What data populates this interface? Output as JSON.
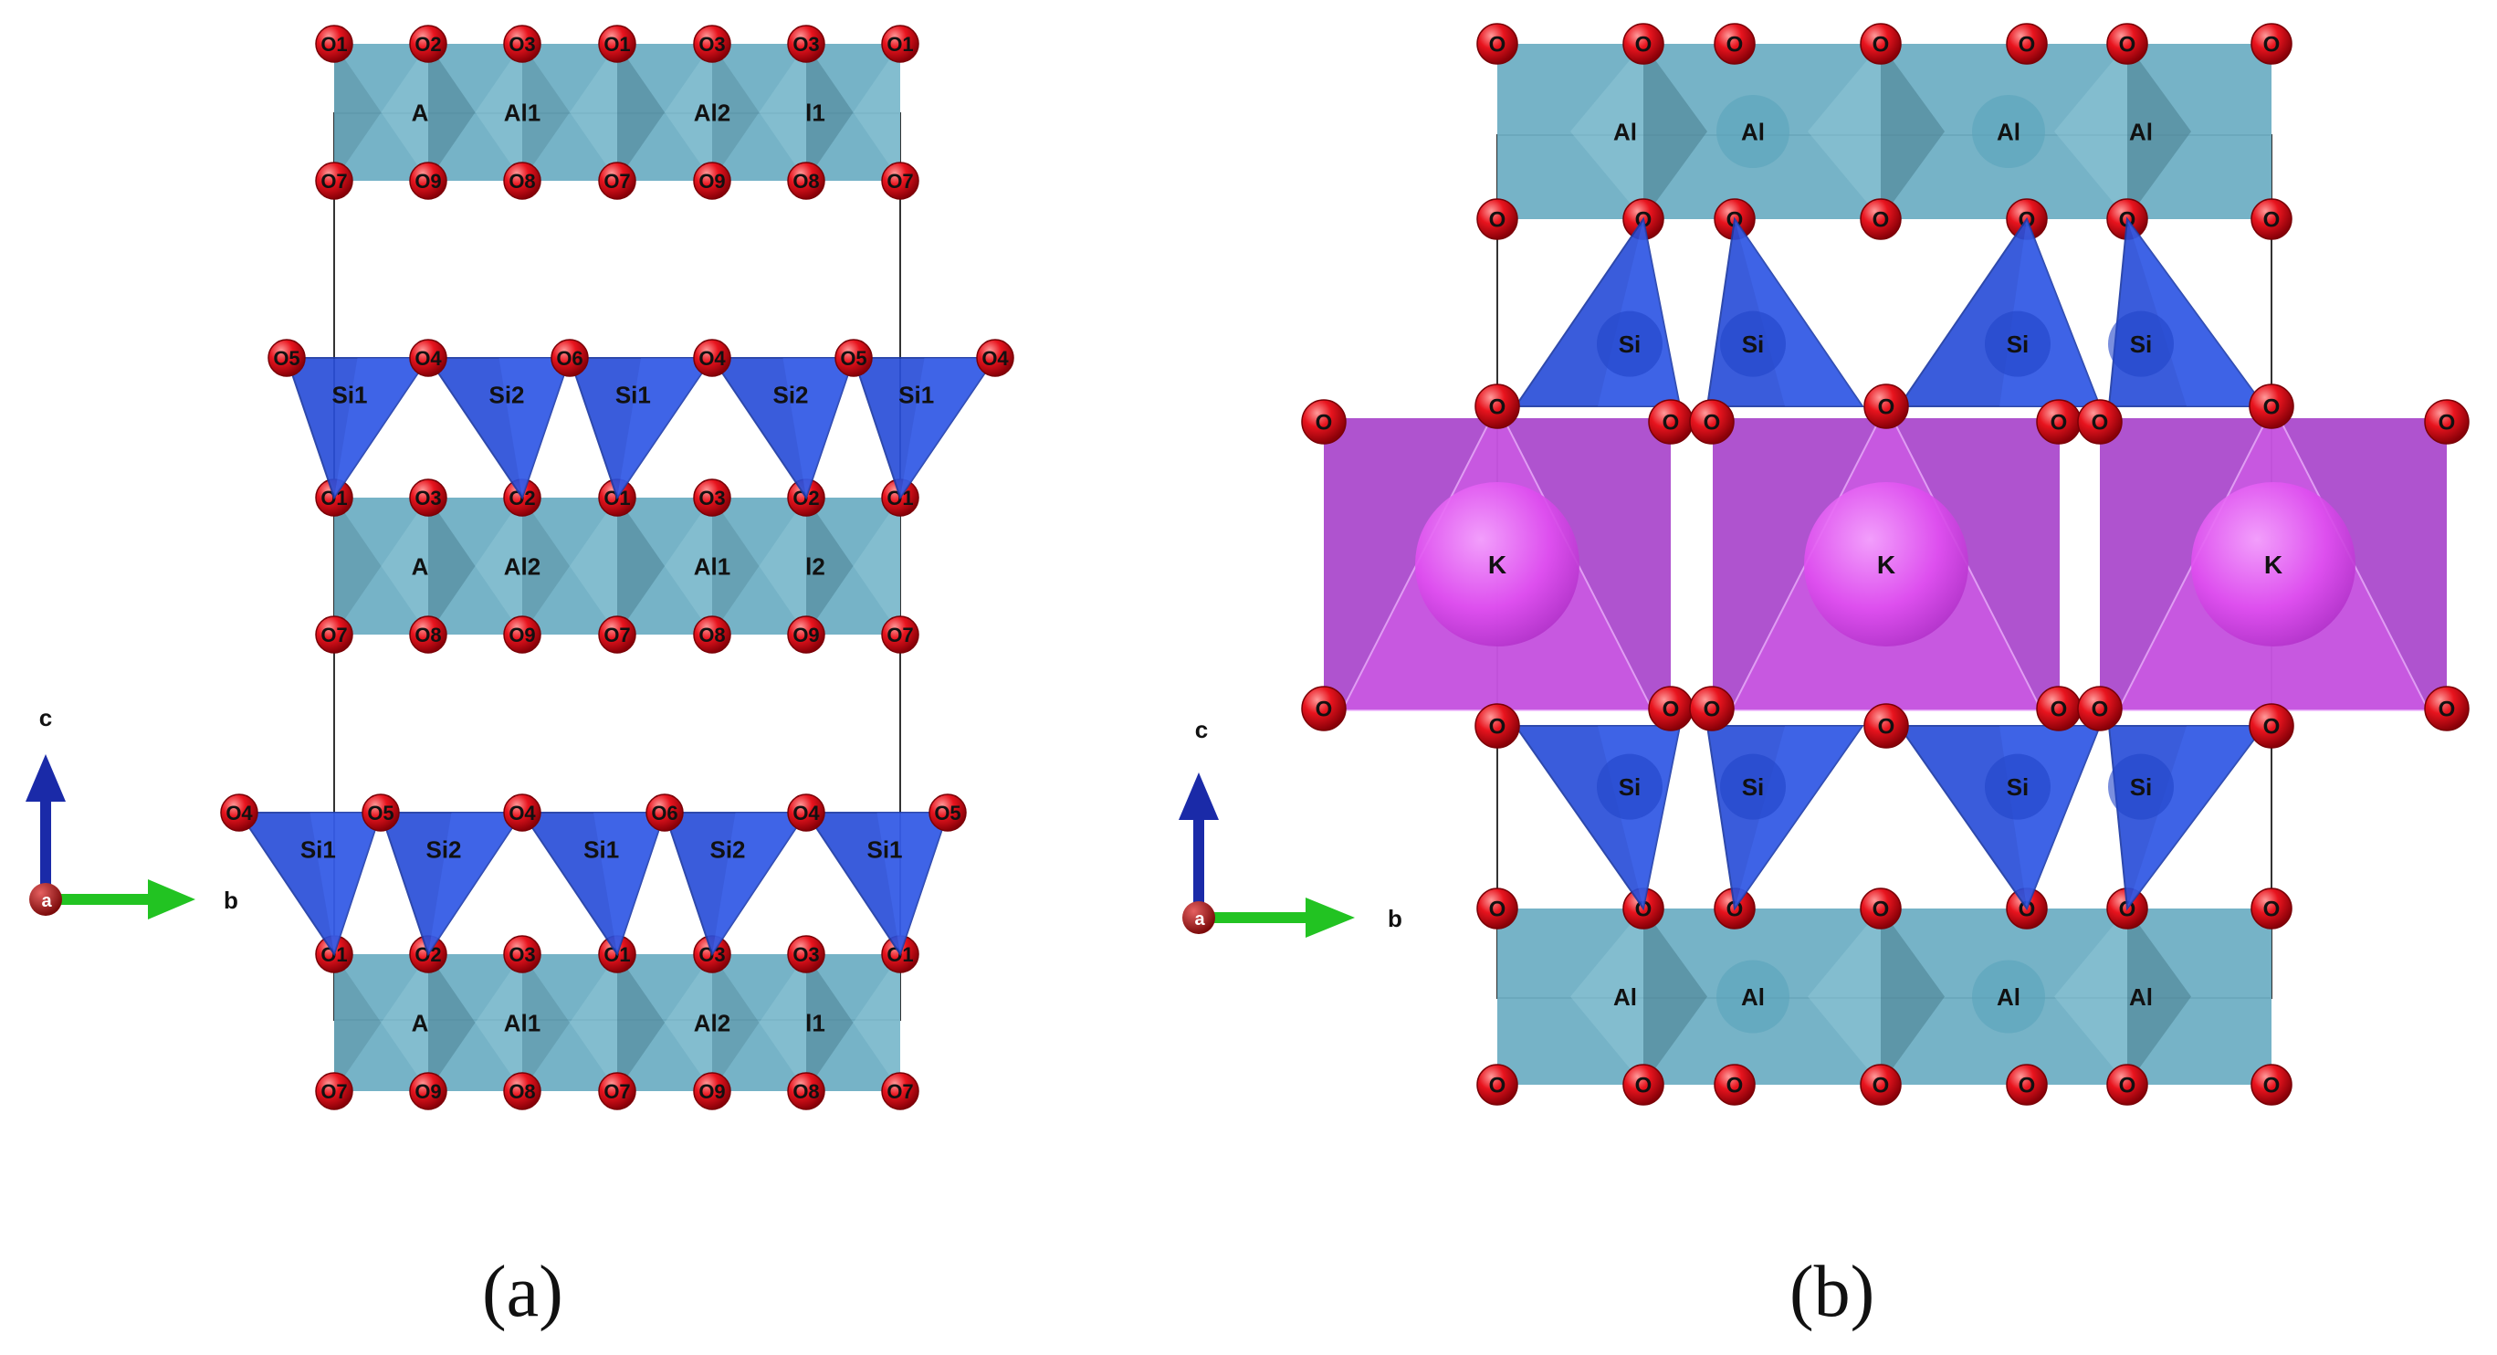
{
  "panel_a": {
    "caption": "(a)",
    "octahedral_layers": [
      {
        "top_labels": [
          "O1",
          "O2",
          "O3",
          "O1",
          "O3",
          "O3",
          "O1"
        ],
        "bottom_labels": [
          "O7",
          "O9",
          "O8",
          "O7",
          "O9",
          "O8",
          "O7"
        ],
        "al_labels": [
          "A",
          "Al1",
          "Al2",
          "l1"
        ]
      },
      {
        "top_labels": [
          "O1",
          "O3",
          "O2",
          "O1",
          "O3",
          "O2",
          "O1"
        ],
        "bottom_labels": [
          "O7",
          "O8",
          "O9",
          "O7",
          "O8",
          "O9",
          "O7"
        ],
        "al_labels": [
          "A",
          "Al2",
          "Al1",
          "l2"
        ]
      },
      {
        "top_labels": [
          "O1",
          "O2",
          "O3",
          "O1",
          "O3",
          "O3",
          "O1"
        ],
        "bottom_labels": [
          "O7",
          "O9",
          "O8",
          "O7",
          "O9",
          "O8",
          "O7"
        ],
        "al_labels": [
          "A",
          "Al1",
          "Al2",
          "l1"
        ]
      }
    ],
    "tetrahedral_layers": [
      {
        "apical_labels": [
          "O5",
          "O4",
          "O6",
          "O4",
          "O5",
          "O4"
        ],
        "si_labels": [
          "Si1",
          "Si2",
          "Si1",
          "Si2",
          "Si1"
        ]
      },
      {
        "apical_labels": [
          "O4",
          "O5",
          "O4",
          "O6",
          "O4",
          "O5"
        ],
        "si_labels": [
          "Si1",
          "Si2",
          "Si1",
          "Si2",
          "Si1"
        ]
      }
    ],
    "axes": {
      "vertical": "c",
      "horizontal": "b",
      "origin": "a"
    }
  },
  "panel_b": {
    "caption": "(b)",
    "atom_labels": {
      "oxygen": "O",
      "aluminium": "Al",
      "silicon": "Si",
      "potassium": "K"
    },
    "axes": {
      "vertical": "c",
      "horizontal": "b",
      "origin": "a"
    }
  },
  "colors": {
    "oxygen": "#e8141e",
    "al_octahedron": "#6fafc4",
    "al_octahedron_dark": "#4d8293",
    "si_tetrahedron": "#2a4fd8",
    "k_polyhedron": "#a43bc8",
    "k_atom": "#e651f2",
    "axis_c": "#1a2aa8",
    "axis_b": "#22c322",
    "axis_a": "#9b1010"
  }
}
